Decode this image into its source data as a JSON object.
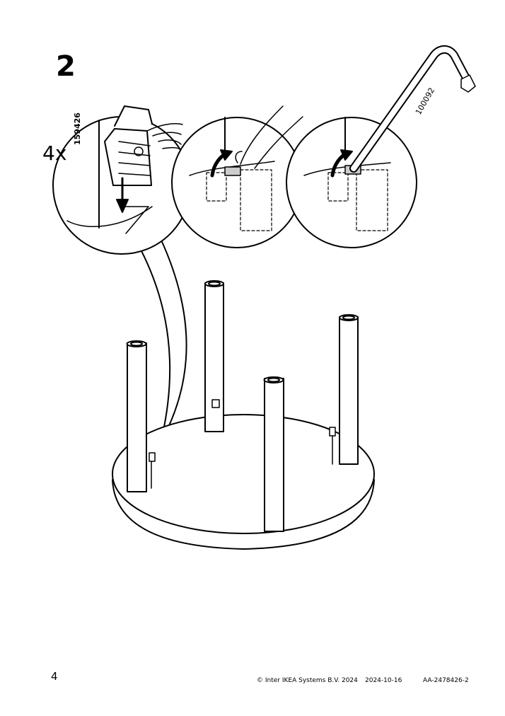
{
  "step": {
    "number": "2",
    "quantity": "4x"
  },
  "parts": {
    "connector_id": "159426",
    "tool_id": "100092"
  },
  "footer": {
    "page_number": "4",
    "copyright": "© Inter IKEA Systems B.V. 2024",
    "date": "2024-10-16",
    "document_id": "AA-2478426-2"
  }
}
